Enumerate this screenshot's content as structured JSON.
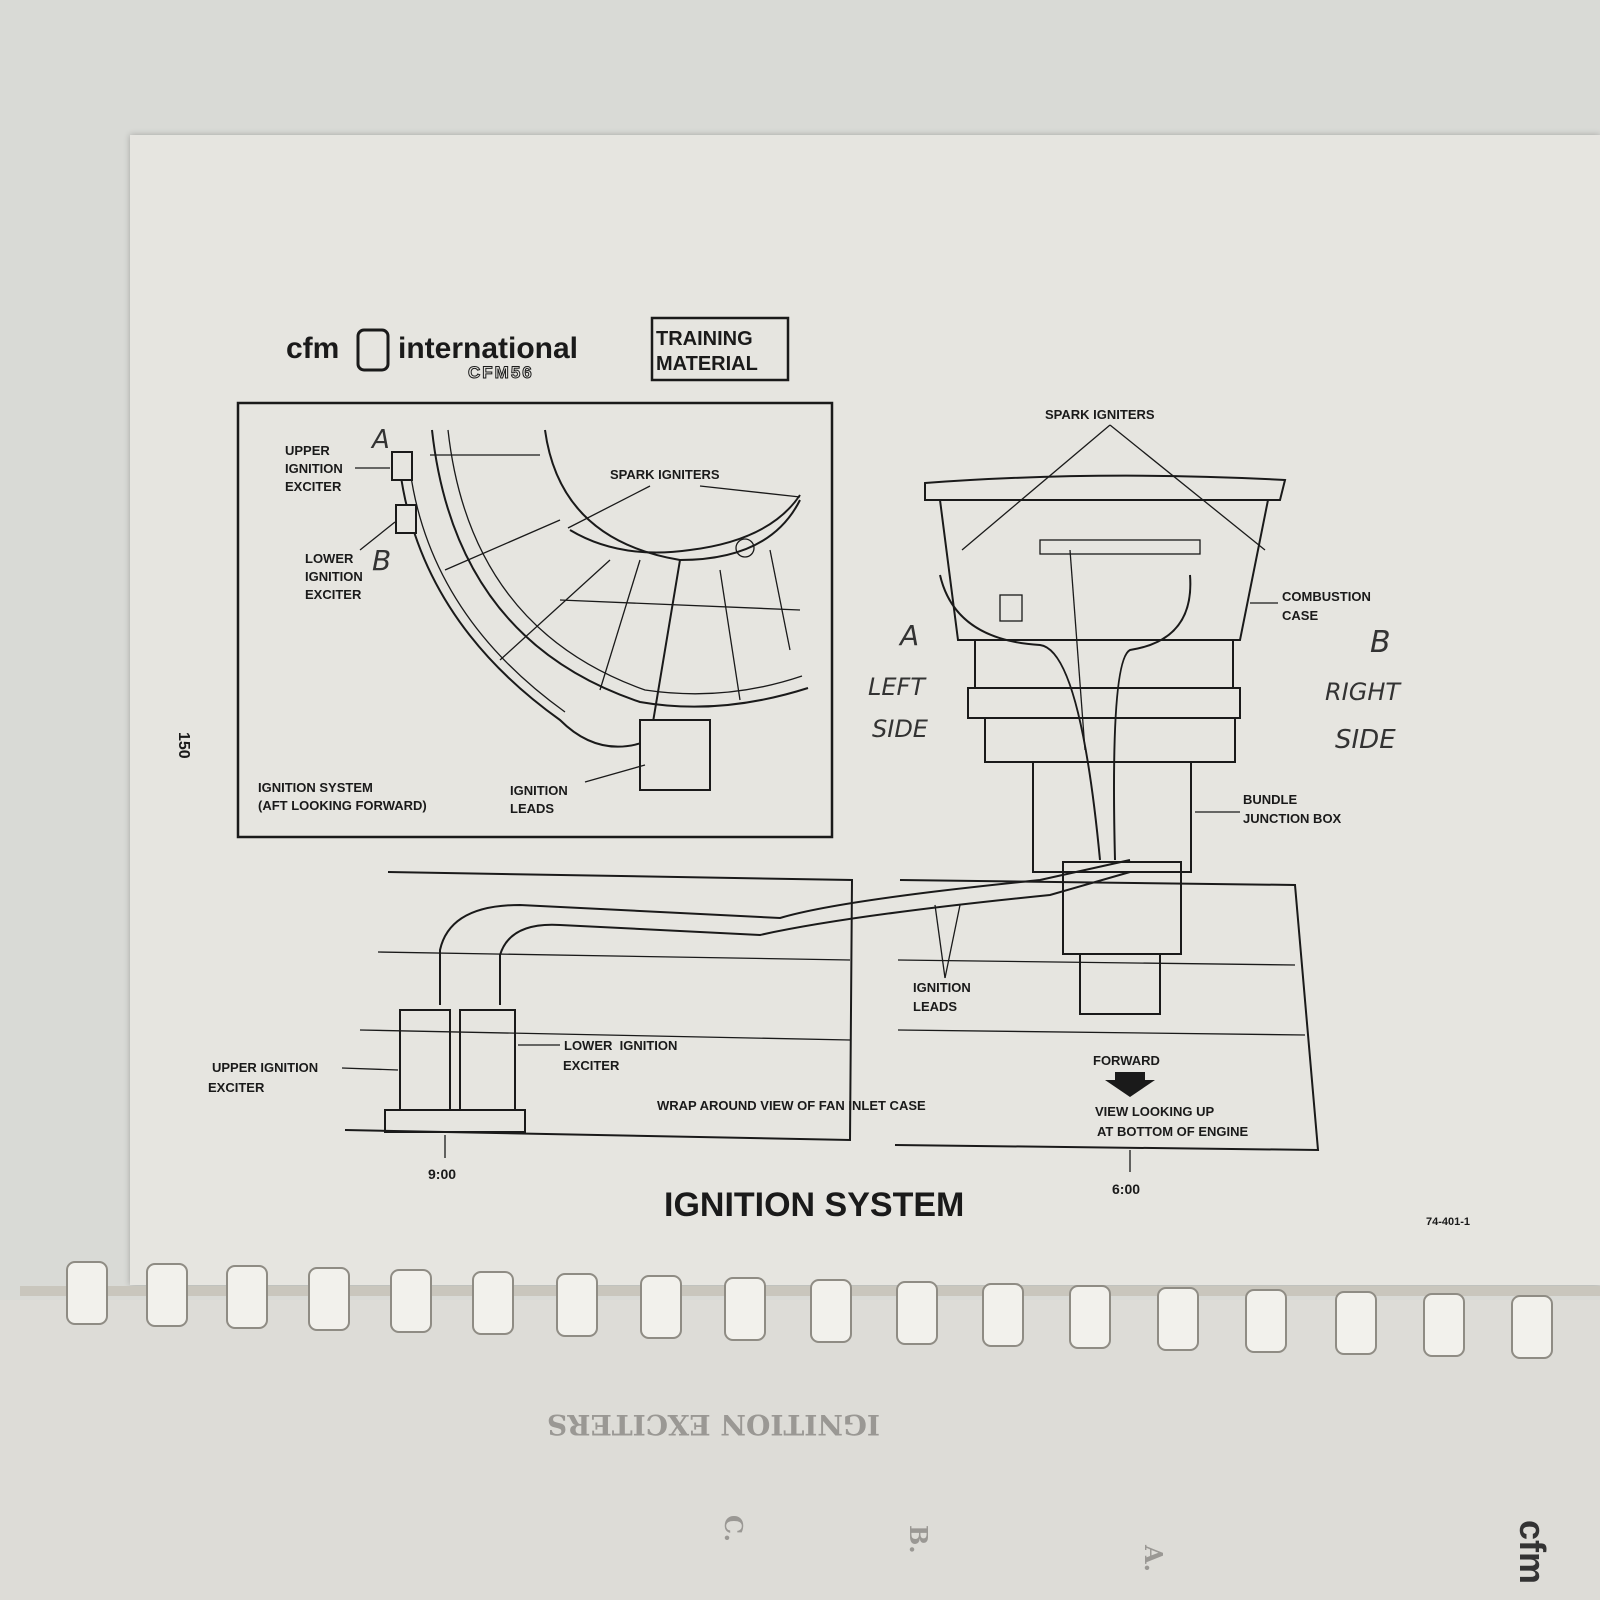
{
  "header": {
    "brand": "cfm",
    "brand_suffix": "international",
    "product": "CFM56",
    "badge_line1": "TRAINING",
    "badge_line2": "MATERIAL"
  },
  "page_number": "150",
  "inset": {
    "upper_exciter": [
      "UPPER",
      "IGNITION",
      "EXCITER"
    ],
    "lower_exciter": [
      "LOWER",
      "IGNITION",
      "EXCITER"
    ],
    "spark_igniters": "SPARK IGNITERS",
    "caption_line1": "IGNITION SYSTEM",
    "caption_line2": "(AFT LOOKING FORWARD)",
    "ignition_leads": [
      "IGNITION",
      "LEADS"
    ]
  },
  "engine_view": {
    "spark_igniters": "SPARK IGNITERS",
    "combustion_case": [
      "COMBUSTION",
      "CASE"
    ],
    "bundle_junction_box": [
      "BUNDLE",
      "JUNCTION BOX"
    ]
  },
  "bottom_view": {
    "ignition_leads": [
      "IGNITION",
      "LEADS"
    ],
    "upper_exciter": [
      "UPPER IGNITION",
      "EXCITER"
    ],
    "lower_exciter": [
      "LOWER  IGNITION",
      "EXCITER"
    ],
    "wrap_caption": "WRAP AROUND VIEW OF FAN INLET CASE",
    "forward": "FORWARD",
    "view_caption": [
      "VIEW LOOKING UP",
      "AT BOTTOM OF ENGINE"
    ],
    "clock_left": "9:00",
    "clock_right": "6:00"
  },
  "handwriting": {
    "inset_a": "A",
    "inset_b": "B",
    "engine_a": "A",
    "left_side": [
      "LEFT",
      "SIDE"
    ],
    "engine_b": "B",
    "right_side": [
      "RIGHT",
      "SIDE"
    ]
  },
  "title": "IGNITION SYSTEM",
  "figure_code": "74-401-1",
  "next_page": {
    "heading": "IGNITION EXCITERS",
    "items": [
      "A.",
      "B.",
      "C."
    ],
    "brand": "cfm"
  }
}
